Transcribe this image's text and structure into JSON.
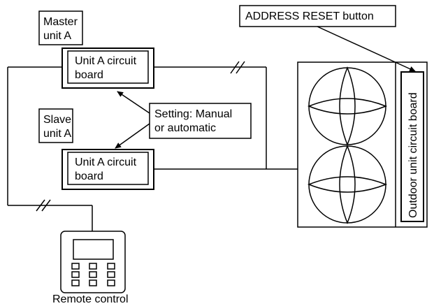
{
  "labels": {
    "master_unit_line1": "Master",
    "master_unit_line2": "unit A",
    "slave_unit_line1": "Slave",
    "slave_unit_line2": "unit A",
    "master_board_line1": "Unit A circuit",
    "master_board_line2": "board",
    "slave_board_line1": "Unit A circuit",
    "slave_board_line2": "board",
    "setting_line1": "Setting: Manual",
    "setting_line2": "or automatic",
    "address_reset": "ADDRESS RESET button",
    "outdoor_board": "Outdoor unit circuit board",
    "remote_control": "Remote control"
  }
}
